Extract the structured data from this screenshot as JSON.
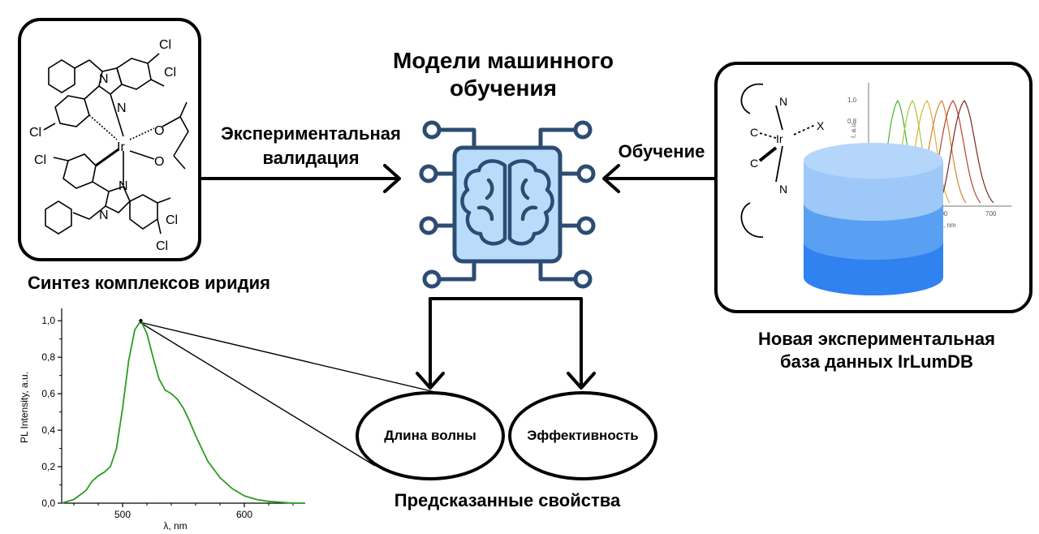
{
  "title_line1": "Модели машинного",
  "title_line2": "обучения",
  "left_box_caption": "Синтез комплексов иридия",
  "validation_line1": "Экспериментальная",
  "validation_line2": "валидация",
  "training_label": "Обучение",
  "right_box_caption_line1": "Новая экспериментальная",
  "right_box_caption_line2": "база данных IrLumDB",
  "outputs": {
    "wavelength": "Длина волны",
    "efficiency": "Эффективность"
  },
  "predicted_caption": "Предсказанные свойства",
  "molecule": {
    "atoms": {
      "cl": "Cl",
      "ir": "Ir",
      "n": "N",
      "o": "O"
    }
  },
  "inset_ir": {
    "ir": "Ir",
    "n": "N",
    "c": "C",
    "x": "X",
    "axis_fragment": "λ, nm",
    "y_fragment": "I, a.u.",
    "ticks_x": [
      "600",
      "700"
    ],
    "ticks_y": [
      "1,0",
      "0,8"
    ]
  },
  "colors": {
    "brain_fill": "#b9dcfb",
    "brain_stroke": "#2c4c73",
    "db_top": "#b5d6fb",
    "db_mid": "#5aa0f2",
    "db_bottom": "#2f82ef",
    "spectrum": "#2a9d1f"
  },
  "chart_data": {
    "type": "line",
    "title": "",
    "xlabel": "λ, nm",
    "ylabel": "PL Intensity, a.u.",
    "xlim": [
      450,
      650
    ],
    "ylim": [
      0,
      1.05
    ],
    "xticks": [
      "500",
      "600"
    ],
    "yticks": [
      "0,0",
      "0,2",
      "0,4",
      "0,6",
      "0,8",
      "1,0"
    ],
    "series": [
      {
        "x": [
          450,
          460,
          470,
          475,
          480,
          485,
          490,
          495,
          500,
          505,
          510,
          515,
          520,
          525,
          530,
          535,
          540,
          545,
          550,
          555,
          560,
          565,
          570,
          580,
          590,
          600,
          610,
          620,
          630,
          640,
          650
        ],
        "y": [
          0.0,
          0.02,
          0.07,
          0.12,
          0.15,
          0.17,
          0.2,
          0.3,
          0.52,
          0.78,
          0.95,
          1.0,
          0.93,
          0.8,
          0.68,
          0.62,
          0.6,
          0.57,
          0.52,
          0.45,
          0.37,
          0.3,
          0.23,
          0.14,
          0.08,
          0.04,
          0.02,
          0.01,
          0.005,
          0.0,
          0.0
        ]
      }
    ]
  }
}
